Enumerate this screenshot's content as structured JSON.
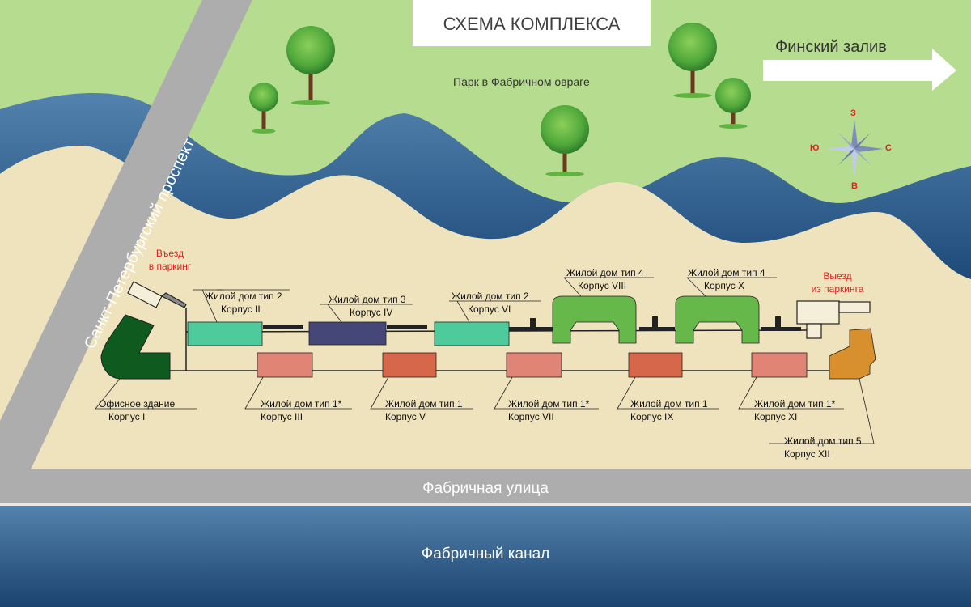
{
  "title": "СХЕМА КОМПЛЕКСА",
  "park_label": "Парк в Фабричном овраге",
  "gulf_label": "Финский залив",
  "avenue_label": "Санкт-Петербургский проспект",
  "street_label": "Фабричная улица",
  "canal_label": "Фабричный канал",
  "compass": {
    "north": "З",
    "south": "В",
    "west": "Ю",
    "east": "С"
  },
  "parking": {
    "entry": [
      "Въезд",
      "в паркинг"
    ],
    "exit": [
      "Выезд",
      "из паркинга"
    ]
  },
  "buildings": [
    {
      "id": "I",
      "type": "Офисное здание",
      "corpus": "Корпус I",
      "color": "#0f5a1e"
    },
    {
      "id": "II",
      "type": "Жилой дом тип 2",
      "corpus": "Корпус II",
      "color": "#4ecb9c"
    },
    {
      "id": "III",
      "type": "Жилой дом тип 1*",
      "corpus": "Корпус III",
      "color": "#e08575"
    },
    {
      "id": "IV",
      "type": "Жилой дом тип 3",
      "corpus": "Корпус IV",
      "color": "#464779"
    },
    {
      "id": "V",
      "type": "Жилой дом тип 1",
      "corpus": "Корпус V",
      "color": "#d6674a"
    },
    {
      "id": "VI",
      "type": "Жилой дом тип 2",
      "corpus": "Корпус VI",
      "color": "#4ecb9c"
    },
    {
      "id": "VII",
      "type": "Жилой дом тип 1*",
      "corpus": "Корпус VII",
      "color": "#e08575"
    },
    {
      "id": "VIII",
      "type": "Жилой дом тип 4",
      "corpus": "Корпус VIII",
      "color": "#66b84a"
    },
    {
      "id": "IX",
      "type": "Жилой дом тип 1",
      "corpus": "Корпус IX",
      "color": "#d6674a"
    },
    {
      "id": "X",
      "type": "Жилой дом тип 4",
      "corpus": "Корпус X",
      "color": "#66b84a"
    },
    {
      "id": "XI",
      "type": "Жилой дом тип 1*",
      "corpus": "Корпус XI",
      "color": "#e08575"
    },
    {
      "id": "XII",
      "type": "Жилой дом тип 5",
      "corpus": "Корпус XII",
      "color": "#d88f2e"
    }
  ],
  "colors": {
    "park": "#b6dc90",
    "ground": "#efe3bd",
    "water": "#3f6f9e",
    "road": "#adadad",
    "accent_red": "#e02020"
  }
}
